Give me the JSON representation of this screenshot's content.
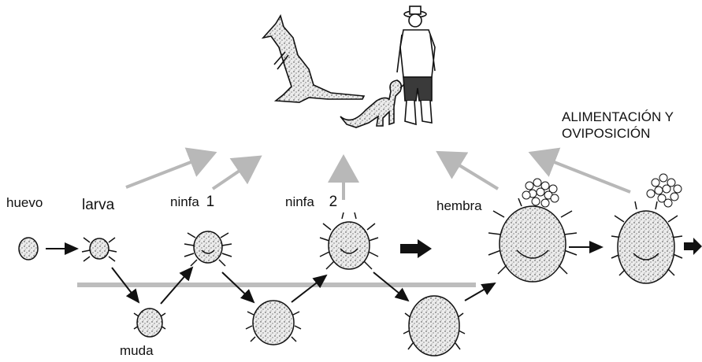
{
  "labels": {
    "huevo": "huevo",
    "larva": "larva",
    "ninfa1": "ninfa",
    "ninfa1_num": "1",
    "ninfa2": "ninfa",
    "ninfa2_num": "2",
    "hembra": "hembra",
    "muda": "muda"
  },
  "caption": {
    "line1": "ALIMENTACIÓN Y",
    "line2": "OVIPOSICIÓN"
  },
  "colors": {
    "ink": "#111111",
    "host_arrow": "#b8b8b8",
    "ground_line": "#bdbdbd",
    "body_fill": "#e9e9e9"
  },
  "hosts": [
    "kangaroo",
    "dog",
    "man"
  ]
}
